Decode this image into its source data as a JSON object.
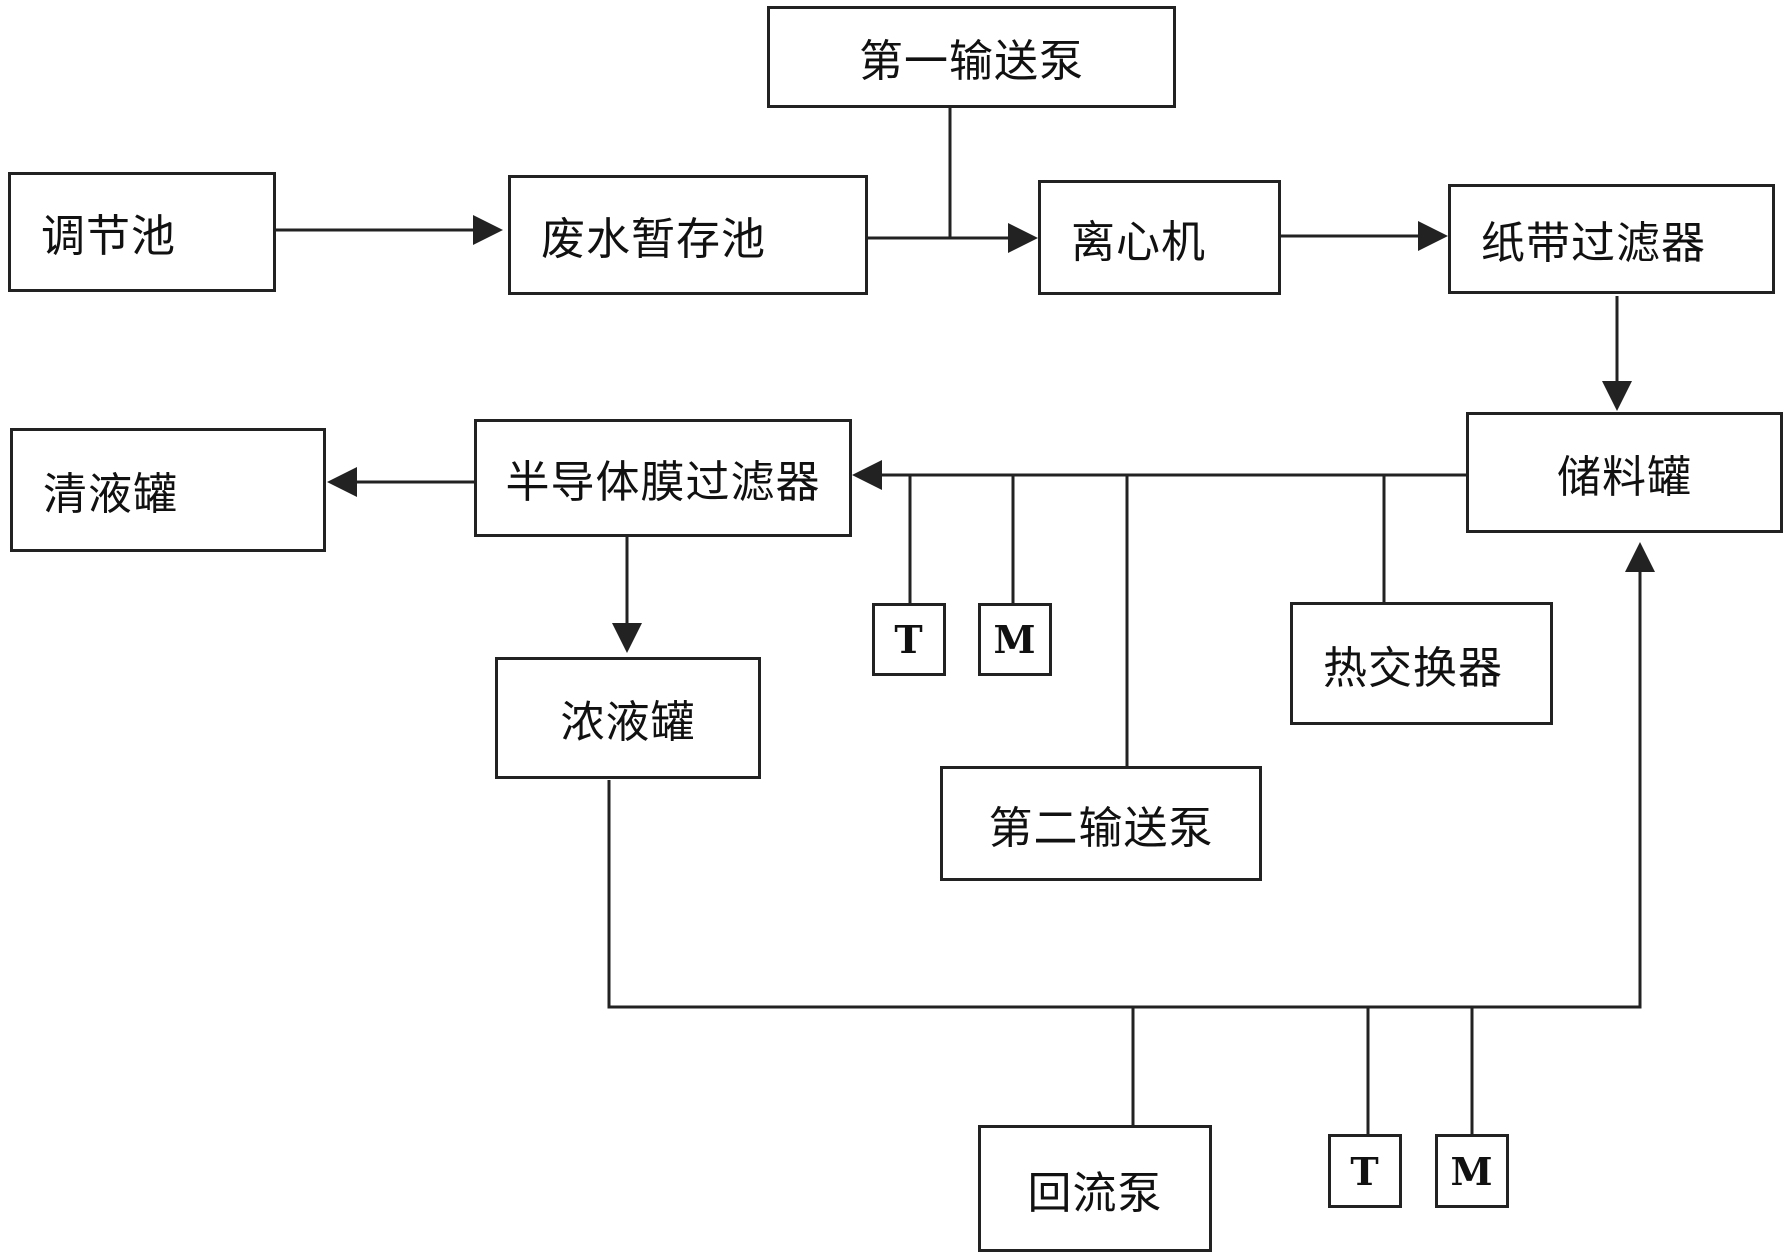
{
  "diagram": {
    "nodes": {
      "first_pump": "第一输送泵",
      "regulating_tank": "调节池",
      "wastewater_tank": "废水暂存池",
      "centrifuge": "离心机",
      "paper_filter": "纸带过滤器",
      "storage_tank": "储料罐",
      "clear_tank": "清液罐",
      "membrane_filter": "半导体膜过滤器",
      "concentrate_tank": "浓液罐",
      "heat_exchanger": "热交换器",
      "second_pump": "第二输送泵",
      "reflux_pump": "回流泵",
      "t_sensor_upper": "T",
      "m_sensor_upper": "M",
      "t_sensor_lower": "T",
      "m_sensor_lower": "M"
    },
    "colors": {
      "line": "#222222",
      "box_border": "#222222",
      "background": "#ffffff"
    }
  }
}
